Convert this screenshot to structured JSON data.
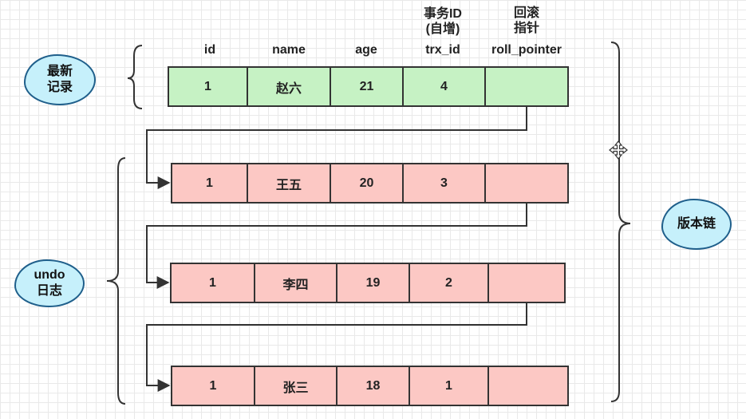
{
  "headers": {
    "id": "id",
    "name": "name",
    "age": "age",
    "trx_id": [
      "事务ID",
      "(自增)",
      "trx_id"
    ],
    "roll_pointer": [
      "回滚",
      "指针",
      "roll_pointer"
    ]
  },
  "labels": {
    "latest": [
      "最新",
      "记录"
    ],
    "undo": [
      "undo",
      "日志"
    ],
    "version_chain": "版本链"
  },
  "records": [
    {
      "id": "1",
      "name": "赵六",
      "age": "21",
      "trx_id": "4",
      "roll_pointer": "",
      "kind": "latest",
      "color": "#c6f2c4"
    },
    {
      "id": "1",
      "name": "王五",
      "age": "20",
      "trx_id": "3",
      "roll_pointer": "",
      "kind": "undo",
      "color": "#fcc8c4"
    },
    {
      "id": "1",
      "name": "李四",
      "age": "19",
      "trx_id": "2",
      "roll_pointer": "",
      "kind": "undo",
      "color": "#fcc8c4"
    },
    {
      "id": "1",
      "name": "张三",
      "age": "18",
      "trx_id": "1",
      "roll_pointer": "",
      "kind": "undo",
      "color": "#fcc8c4"
    }
  ],
  "colors": {
    "latest_fill": "#c6f2c4",
    "undo_fill": "#fcc8c4",
    "cloud_fill": "#c6f0fb",
    "cloud_border": "#1f5f8b",
    "line": "#333333"
  },
  "icons": [
    "move-cursor-icon"
  ]
}
